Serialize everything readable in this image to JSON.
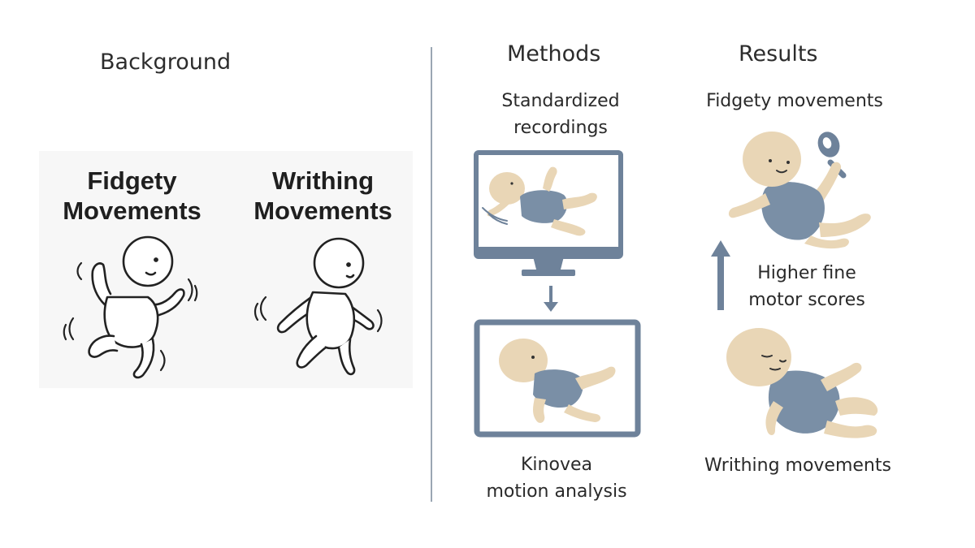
{
  "background": {
    "title": "Background",
    "fidgety_label_line1": "Fidgety",
    "fidgety_label_line2": "Movements",
    "writhing_label_line1": "Writhing",
    "writhing_label_line2": "Movements"
  },
  "methods": {
    "title": "Methods",
    "recording_line1": "Standardized",
    "recording_line2": "recordings",
    "analysis_line1": "Kinovea",
    "analysis_line2": "motion analysis"
  },
  "results": {
    "title": "Results",
    "fidgety_label": "Fidgety movements",
    "score_line1": "Higher fine",
    "score_line2": "motor scores",
    "writhing_label": "Writhing movements"
  },
  "colors": {
    "accent": "#6e829a",
    "skin": "#e9d6b6",
    "divider": "#9aa6b3"
  }
}
